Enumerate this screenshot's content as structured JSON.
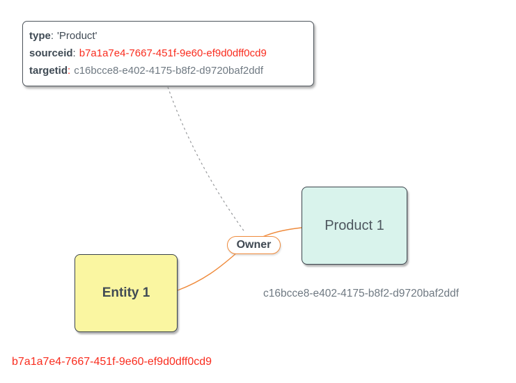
{
  "diagram": {
    "tooltip": {
      "rows": [
        {
          "label": "type",
          "colon": ":",
          "value": "'Product'"
        },
        {
          "label": "sourceid",
          "colon": ":",
          "value": "b7a1a7e4-7667-451f-9e60-ef9d0dff0cd9"
        },
        {
          "label": "targetid",
          "colon": ":",
          "value": "c16bcce8-e402-4175-b8f2-d9720baf2ddf"
        }
      ]
    },
    "nodes": [
      {
        "label": "Entity 1",
        "fill": "#faf6a1",
        "uuid": "b7a1a7e4-7667-451f-9e60-ef9d0dff0cd9"
      },
      {
        "label": "Product 1",
        "fill": "#d9f3ec",
        "uuid": "c16bcce8-e402-4175-b8f2-d9720baf2ddf"
      }
    ],
    "edge": {
      "label": "Owner",
      "source": "Entity 1",
      "target": "Product 1"
    },
    "colors": {
      "red_text": "#f92c1e",
      "gray_text": "#6f7982",
      "dark_text": "#3f4a54",
      "edge_orange": "#ef8a3b",
      "node_border": "#39424a",
      "entity_fill": "#faf6a1",
      "product_fill": "#d9f3ec",
      "dashed_connector": "#97999c",
      "tooltip_border": "#4d545b"
    }
  }
}
